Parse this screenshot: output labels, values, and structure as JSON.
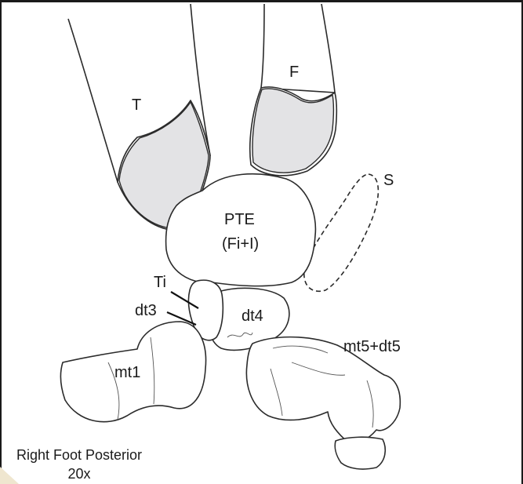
{
  "labels": {
    "tibia": "T",
    "fibula": "F",
    "sesamoid": "S",
    "pte_line1": "PTE",
    "pte_line2": "(Fi+I)",
    "tibiale": "Ti",
    "dt3": "dt3",
    "dt4": "dt4",
    "mt1": "mt1",
    "mt5_dt5": "mt5+dt5"
  },
  "caption": {
    "line1": "Right Foot Posterior",
    "line2": "20x"
  },
  "colors": {
    "cartilage": "#e3e3e5",
    "outline": "#2b2b2b",
    "background": "#ffffff",
    "corner_mark": "#efe6cf"
  }
}
